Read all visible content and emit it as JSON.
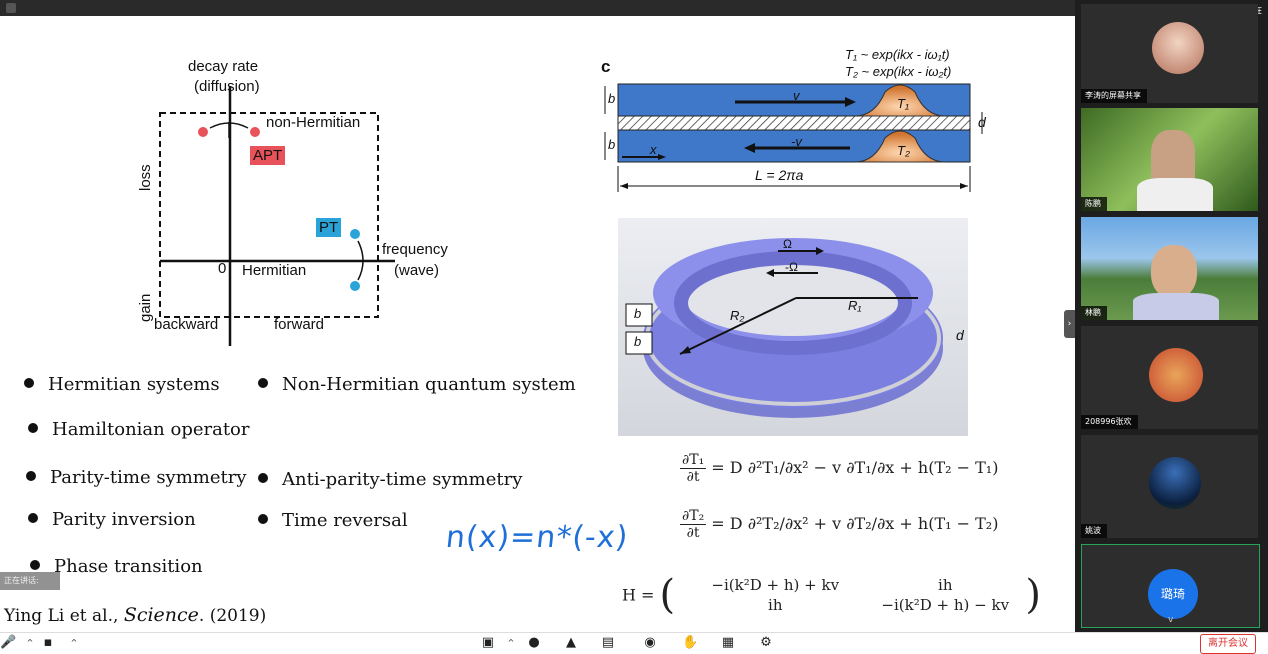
{
  "slide": {
    "phase_diagram": {
      "y_label_1": "decay rate",
      "y_label_2": "(diffusion)",
      "non_hermitian": "non-Hermitian",
      "apt": "APT",
      "pt": "PT",
      "loss": "loss",
      "gain": "gain",
      "origin": "0",
      "hermitian": "Hermitian",
      "x_label_1": "frequency",
      "x_label_2": "(wave)",
      "backward": "backward",
      "forward": "forward",
      "apt_color": "#e8525a",
      "pt_color": "#2aa3d8"
    },
    "bullets_left": [
      "Hermitian systems",
      "Hamiltonian operator",
      "Parity-time symmetry",
      "Parity inversion",
      "Phase transition"
    ],
    "bullets_right": [
      "Non-Hermitian quantum system",
      "Anti-parity-time symmetry",
      "Time reversal"
    ],
    "citation_author": "Ying Li  et al.,",
    "citation_journal": "Science",
    "citation_year": ". (2019)",
    "handwriting": "n(x)=n*(-x)",
    "panel_c": {
      "label": "c",
      "eq1": "T₁ ~ exp(ikx - iω₁t)",
      "eq2": "T₂ ~ exp(ikx - iω₂t)",
      "v": "v",
      "neg_v": "-v",
      "t1": "T₁",
      "t2": "T₂",
      "b": "b",
      "d": "d",
      "x": "x",
      "length": "L = 2πa"
    },
    "ring": {
      "omega": "Ω",
      "neg_omega": "-Ω",
      "r1": "R₁",
      "r2": "R₂",
      "b": "b",
      "d": "d"
    },
    "equations": {
      "eq1_num": "∂T₁",
      "eq1_den": "∂t",
      "eq1_rhs": "= D ∂²T₁/∂x² − v ∂T₁/∂x + h(T₂ − T₁)",
      "eq2_num": "∂T₂",
      "eq2_den": "∂t",
      "eq2_rhs": "= D ∂²T₂/∂x² + v ∂T₂/∂x + h(T₁ − T₂)",
      "h_lhs": "H =",
      "h_m11": "−i(k²D + h) + kv",
      "h_m12": "ih",
      "h_m21": "ih",
      "h_m22": "−i(k²D + h) − kv"
    },
    "speaking_badge": "正在讲话:"
  },
  "participants": [
    {
      "name": "李涛的屏幕共享",
      "bg": "#f4f4f4"
    },
    {
      "name": "陈鹏",
      "bg": "#5b8f3b"
    },
    {
      "name": "林鹏",
      "bg": "#6b8e4e"
    },
    {
      "name": "208996张欢",
      "bg": "#2d2d2d"
    },
    {
      "name": "姚波",
      "bg": "#2d2d2d"
    },
    {
      "name": "璐琦",
      "bg": "#2d2d2d"
    }
  ],
  "top_right_text": "正在",
  "toolbar": {
    "leave_label": "离开会议",
    "icons": [
      "mute-icon",
      "video-icon",
      "share-icon",
      "participants-icon",
      "members-icon",
      "chat-icon",
      "record-icon",
      "raise-hand-icon",
      "apps-icon",
      "settings-icon"
    ]
  }
}
